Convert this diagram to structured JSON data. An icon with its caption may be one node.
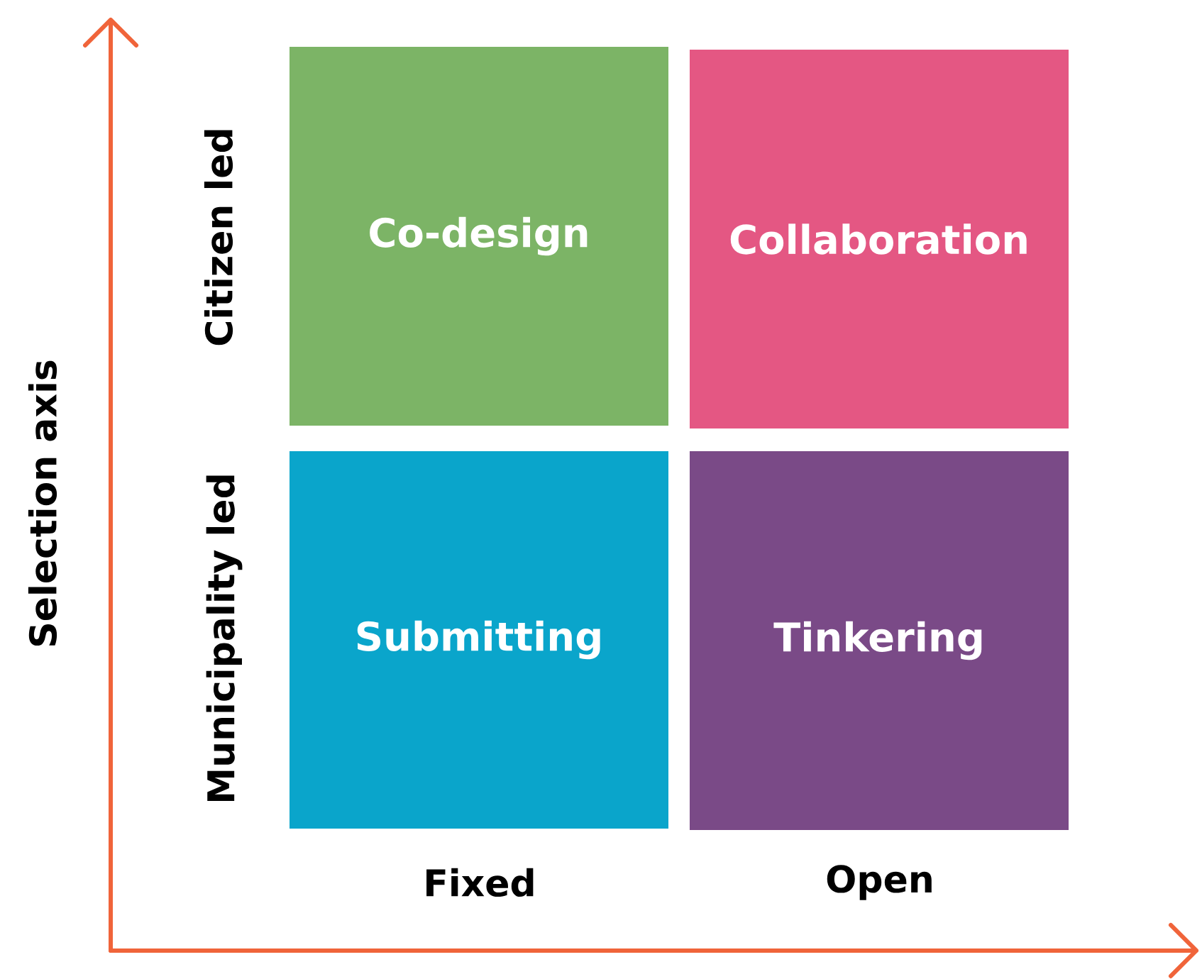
{
  "diagram": {
    "nodes": [
      {
        "text": [
          "Co-design"
        ]
      },
      {
        "text": [
          "Collaboration"
        ]
      },
      {
        "text": [
          "Submitting"
        ]
      },
      {
        "text": [
          "Tinkering"
        ]
      }
    ],
    "labels": [
      "Selection axis",
      "Citizen led",
      "Municipality led",
      "Fixed",
      "Open"
    ]
  }
}
